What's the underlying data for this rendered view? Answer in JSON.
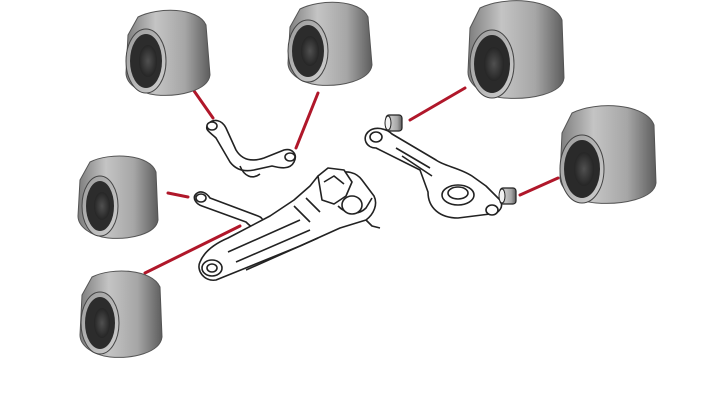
{
  "colors": {
    "background": "#ffffff",
    "leader_line": "#b0172a",
    "rubber_dark": "#2a2a2a",
    "rubber_light": "#b9b9b9",
    "line_art": "#222222"
  },
  "bushings": [
    {
      "id": "upper-left-1",
      "shape": "bushing"
    },
    {
      "id": "upper-left-2",
      "shape": "bushing"
    },
    {
      "id": "upper-right-large",
      "shape": "bushing"
    },
    {
      "id": "middle-right-large",
      "shape": "bushing"
    },
    {
      "id": "middle-left",
      "shape": "bushing"
    },
    {
      "id": "lower-left",
      "shape": "bushing"
    }
  ],
  "parts": [
    {
      "id": "upper-control-arm",
      "shape": "line-drawing"
    },
    {
      "id": "toe-link",
      "shape": "line-drawing"
    },
    {
      "id": "trailing-arm-subframe",
      "shape": "line-drawing"
    },
    {
      "id": "lower-control-arm",
      "shape": "line-drawing"
    }
  ]
}
